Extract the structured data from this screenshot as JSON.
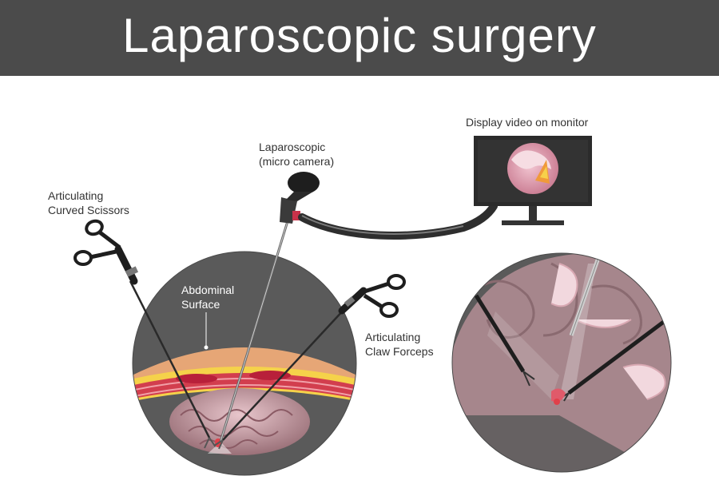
{
  "title": "Laparoscopic surgery",
  "labels": {
    "camera": {
      "line1": "Laparoscopic",
      "line2": "(micro camera)"
    },
    "monitor": "Display video on monitor",
    "scissors": {
      "line1": "Articulating",
      "line2": "Curved Scissors"
    },
    "forceps": {
      "line1": "Articulating",
      "line2": "Claw Forceps"
    },
    "abdominal": {
      "line1": "Abdominal",
      "line2": "Surface"
    }
  },
  "colors": {
    "banner": "#4b4b4b",
    "circle_bg": "#5a5a5a",
    "skin": "#e8a878",
    "fat": "#f5d24a",
    "muscle": "#c8324a",
    "organ": "#c9a0a8",
    "instrument": "#2a2a2a"
  }
}
